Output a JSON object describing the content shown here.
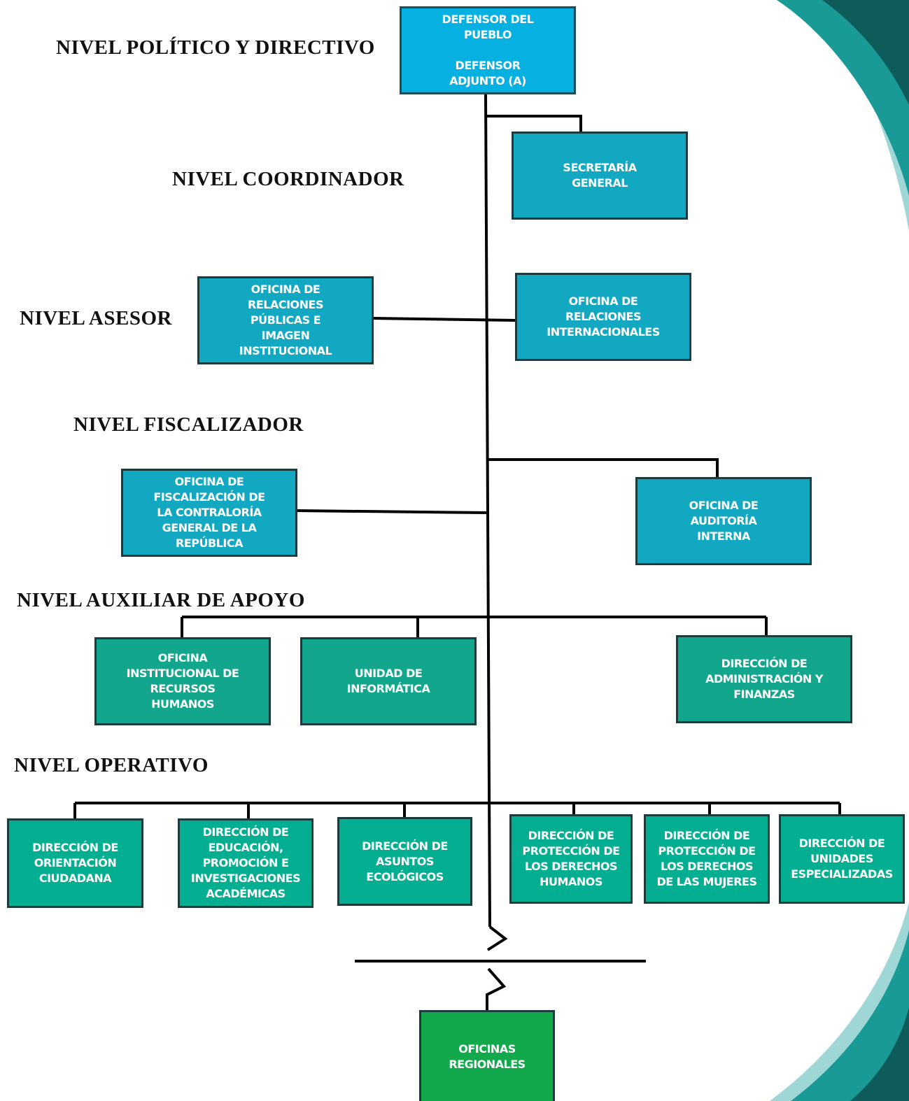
{
  "levels": {
    "politico": "NIVEL POLÍTICO Y DIRECTIVO",
    "coordinador": "NIVEL COORDINADOR",
    "asesor": "NIVEL ASESOR",
    "fiscalizador": "NIVEL FISCALIZADOR",
    "auxiliar": "NIVEL AUXILIAR DE APOYO",
    "operativo": "NIVEL OPERATIVO"
  },
  "units": {
    "defensor": "DEFENSOR DEL\nPUEBLO\n\nDEFENSOR\nADJUNTO (A)",
    "secretaria": "SECRETARÍA\nGENERAL",
    "relaciones_publicas": "OFICINA DE\nRELACIONES\nPÚBLICAS E\nIMAGEN\nINSTITUCIONAL",
    "relaciones_internacionales": "OFICINA DE\nRELACIONES\nINTERNACIONALES",
    "fiscalizacion": "OFICINA DE\nFISCALIZACIÓN DE\nLA CONTRALORÍA\nGENERAL DE LA\nREPÚBLICA",
    "auditoria": "OFICINA DE\nAUDITORÍA\nINTERNA",
    "recursos_humanos": "OFICINA\nINSTITUCIONAL DE\nRECURSOS\nHUMANOS",
    "informatica": "UNIDAD DE\nINFORMÁTICA",
    "administracion": "DIRECCIÓN DE\nADMINISTRACIÓN Y\nFINANZAS",
    "orientacion": "DIRECCIÓN DE\nORIENTACIÓN\nCIUDADANA",
    "educacion": "DIRECCIÓN DE\nEDUCACIÓN,\nPROMOCIÓN E\nINVESTIGACIONES\nACADÉMICAS",
    "ecologicos": "DIRECCIÓN DE\nASUNTOS\nECOLÓGICOS",
    "derechos_humanos": "DIRECCIÓN DE\nPROTECCIÓN DE\nLOS DERECHOS\nHUMANOS",
    "derechos_mujeres": "DIRECCIÓN DE\nPROTECCIÓN DE\nLOS DERECHOS\nDE LAS MUJERES",
    "especializadas": "DIRECCIÓN DE\nUNIDADES\nESPECIALIZADAS",
    "regionales": "OFICINAS\nREGIONALES"
  },
  "colors": {
    "top": "#06b0e0",
    "coordinator_advisory": "#13a8c2",
    "support": "#12a78c",
    "operative": "#03ae91",
    "regional": "#12a84c",
    "border": "#1d3b3d",
    "connector": "#000000",
    "decoration_dark": "#0d5c5a",
    "decoration_teal": "#1a9a96",
    "decoration_light": "#9fd7d6"
  }
}
